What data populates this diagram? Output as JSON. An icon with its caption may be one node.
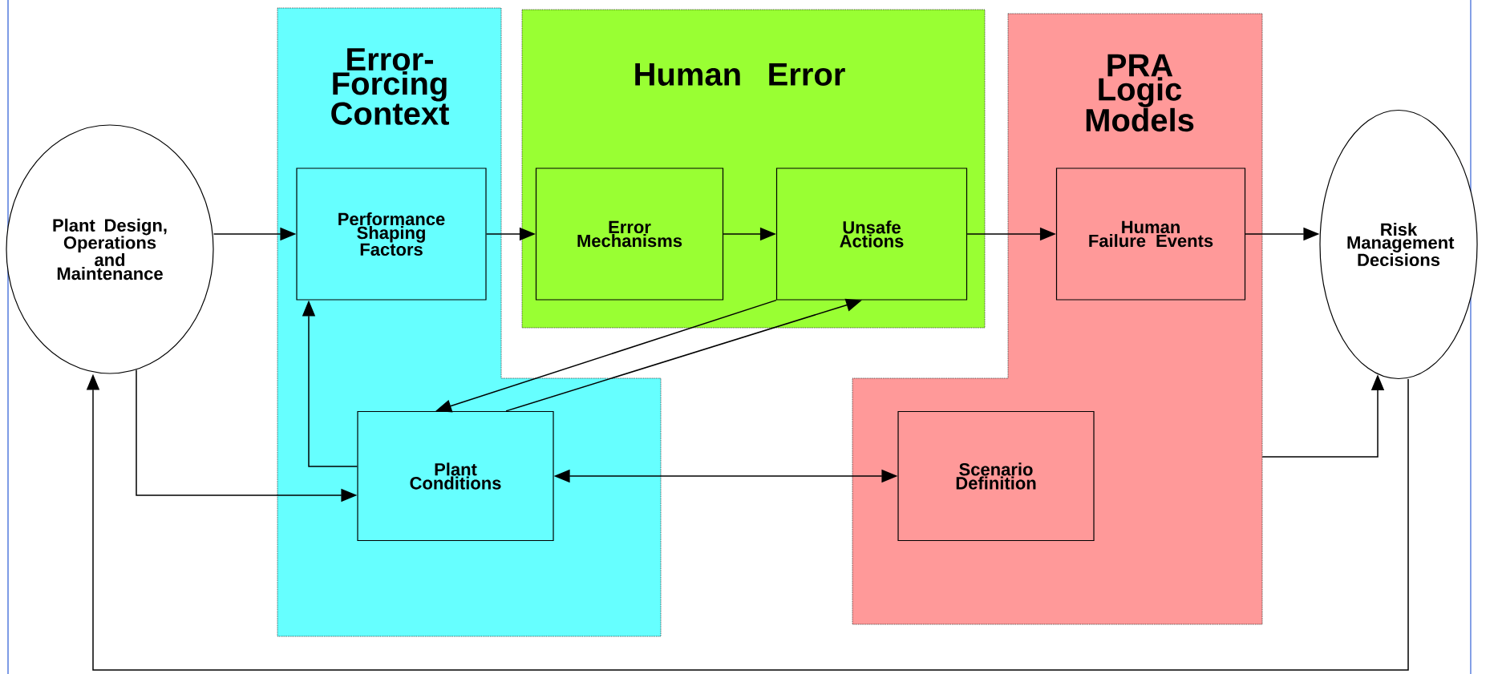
{
  "diagram": {
    "nodes": [
      {
        "text": [
          "Plant Design, Operations and Maintenance"
        ]
      },
      {
        "text": [
          "Error- Forcing Context"
        ]
      },
      {
        "text": [
          "Performance Shaping Factors"
        ],
        "in": 1
      },
      {
        "text": [
          "Plant Conditions"
        ],
        "in": 1
      },
      {
        "text": [
          "Human Error"
        ]
      },
      {
        "text": [
          "Error Mechanisms"
        ],
        "in": 4
      },
      {
        "text": [
          "Unsafe Actions"
        ],
        "in": 4
      },
      {
        "text": [
          "PRA Logic Models"
        ]
      },
      {
        "text": [
          "Human Failure Events"
        ],
        "in": 7
      },
      {
        "text": [
          "Scenario Definition"
        ],
        "in": 7
      },
      {
        "text": [
          "Risk Management Decisions"
        ]
      }
    ],
    "edges": [
      {
        "from": 0,
        "to": 2,
        "arrow": "to"
      },
      {
        "from": 2,
        "to": 5,
        "arrow": "to"
      },
      {
        "from": 5,
        "to": 6,
        "arrow": "to"
      },
      {
        "from": 6,
        "to": 8,
        "arrow": "to"
      },
      {
        "from": 8,
        "to": 10,
        "arrow": "to"
      },
      {
        "from": 6,
        "to": 3,
        "arrow": "to"
      },
      {
        "from": 3,
        "to": 6,
        "arrow": "to"
      },
      {
        "from": 3,
        "to": 2,
        "arrow": "to"
      },
      {
        "from": 0,
        "to": 3,
        "arrow": "to"
      },
      {
        "from": 3,
        "to": 9,
        "arrow": "both"
      },
      {
        "from": 7,
        "to": 10,
        "arrow": "to"
      },
      {
        "from": 10,
        "to": 0,
        "arrow": "to"
      }
    ]
  }
}
